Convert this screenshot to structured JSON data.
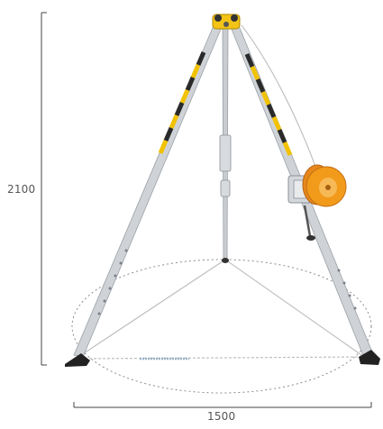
{
  "dimensions": {
    "height_label": "2100",
    "width_label": "1500"
  },
  "colors": {
    "dimension_line": "#444444",
    "leg_silver": "#c9cdd1",
    "leg_edge": "#9aa0a6",
    "stripe_yellow": "#f2c200",
    "stripe_dark": "#2a2a2a",
    "head_yellow": "#f3c316",
    "winch_orange": "#f29a1a",
    "cable": "#b5b5b5",
    "feet": "#222222",
    "footprint_ellipse": "#8c8c8c"
  },
  "icons": [
    "tripod-illustration",
    "winch-icon",
    "tripod-head-icon"
  ]
}
